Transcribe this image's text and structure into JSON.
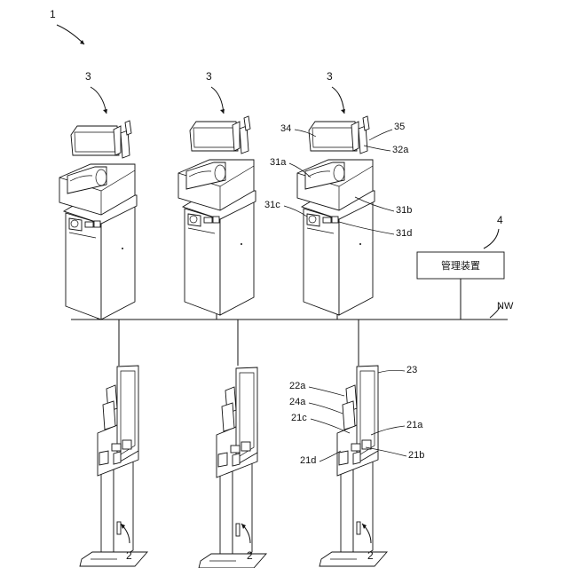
{
  "figure": {
    "system_ref": "1",
    "network_ref": "NW",
    "management": {
      "ref": "4",
      "label": "管理装置"
    },
    "settlement_ref": "3",
    "registration_ref": "2",
    "settlement_parts": {
      "p34": "34",
      "p35": "35",
      "p32a": "32a",
      "p31a": "31a",
      "p31b": "31b",
      "p31c": "31c",
      "p31d": "31d"
    },
    "registration_parts": {
      "p23": "23",
      "p22a": "22a",
      "p24a": "24a",
      "p21c": "21c",
      "p21a": "21a",
      "p21b": "21b",
      "p21d": "21d"
    }
  }
}
